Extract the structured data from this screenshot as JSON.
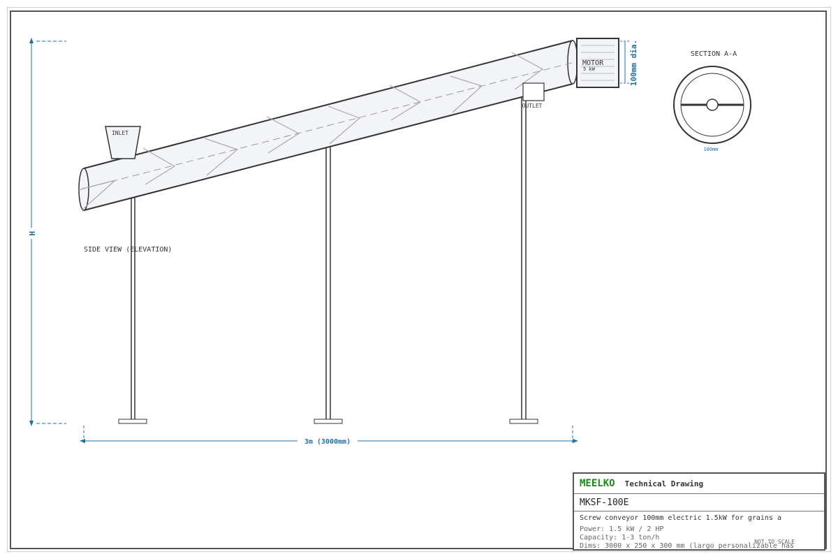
{
  "drawing": {
    "labels": {
      "inlet": "INLET",
      "outlet": "OUTLET",
      "motor": "MOTOR",
      "motor_power": "5 kW",
      "diameter_dim": "100mm dia.",
      "height_dim": "H",
      "length_dim": "3m (3000mm)",
      "side_view": "SIDE VIEW (ELEVATION)",
      "section": "SECTION A-A",
      "section_dim": "100mm"
    }
  },
  "title_block": {
    "brand": "MEELKO",
    "title": "Technical Drawing",
    "model": "MKSF-100E",
    "description": "Screw conveyor 100mm electric 1.5kW for grains a",
    "specs": [
      "Power: 1.5 kW / 2 HP",
      "Capacity: 1-3 ton/h",
      "Dims: 3000 x 250 x 300 mm (largo personalizable has"
    ],
    "scale_note": "NOT TO SCALE"
  },
  "colors": {
    "dimension": "#1f6fa8",
    "line": "#333333",
    "brand": "#1a8a1a"
  }
}
